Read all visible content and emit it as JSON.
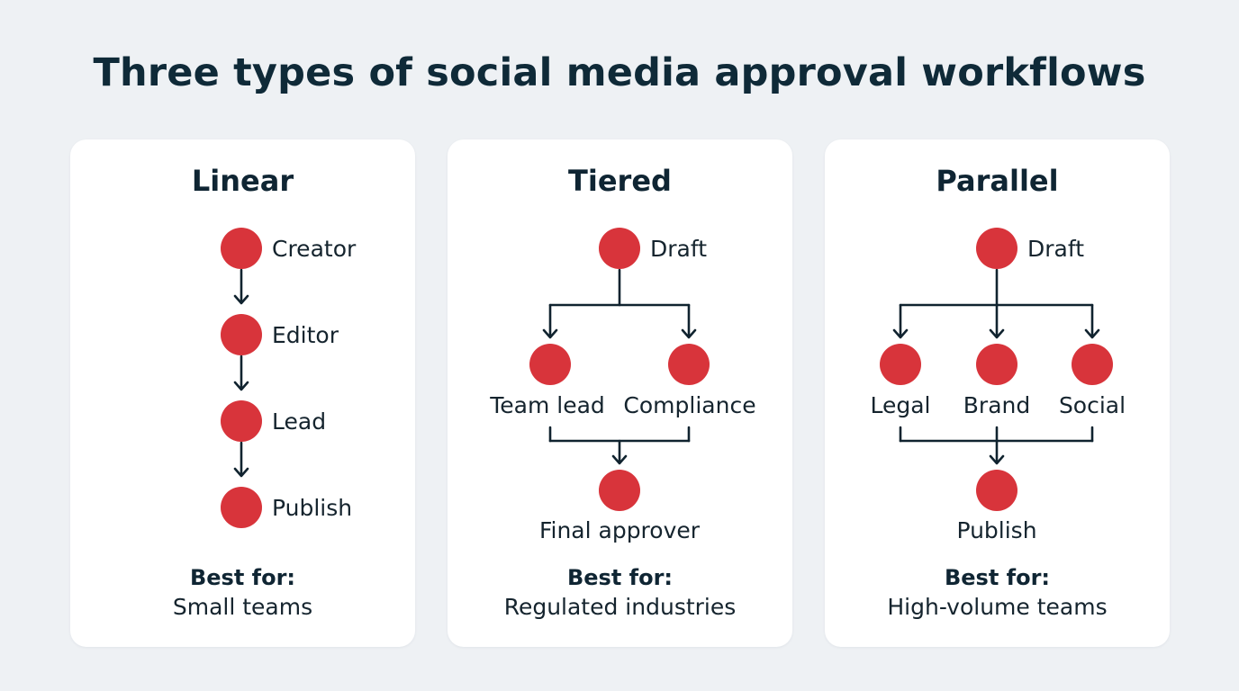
{
  "title": "Three types of social media approval workflows",
  "colors": {
    "background": "#eef1f4",
    "card": "#ffffff",
    "node": "#d8343b",
    "connector": "#10232f"
  },
  "cards": [
    {
      "title": "Linear",
      "nodes": [
        "Creator",
        "Editor",
        "Lead",
        "Publish"
      ],
      "best_for_label": "Best for:",
      "best_for": "Small teams"
    },
    {
      "title": "Tiered",
      "nodes": [
        "Draft",
        "Team lead",
        "Compliance",
        "Final approver"
      ],
      "best_for_label": "Best for:",
      "best_for": "Regulated industries"
    },
    {
      "title": "Parallel",
      "nodes": [
        "Draft",
        "Legal",
        "Brand",
        "Social",
        "Publish"
      ],
      "best_for_label": "Best for:",
      "best_for": "High-volume teams"
    }
  ]
}
